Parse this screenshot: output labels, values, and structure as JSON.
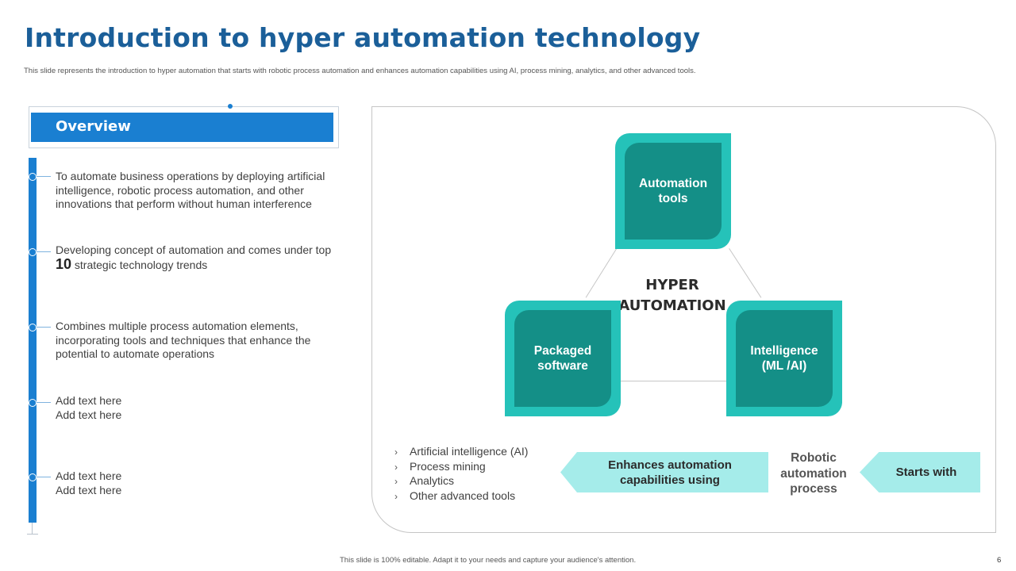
{
  "title": "Introduction to hyper automation technology",
  "subtitle": "This slide represents the introduction to hyper automation that starts with robotic process automation and enhances automation capabilities using AI, process mining, analytics, and other advanced tools.",
  "overview": {
    "heading": "Overview",
    "bullets": [
      {
        "text": "To automate business operations by deploying artificial intelligence, robotic process automation, and other innovations that perform without human interference"
      },
      {
        "text_before": "Developing concept of automation and comes under top",
        "highlight": "10",
        "text_after": "strategic technology trends"
      },
      {
        "text": "Combines multiple process automation elements, incorporating tools and techniques that enhance the potential to automate operations"
      },
      {
        "line1": "Add text here",
        "line2": "Add text here"
      },
      {
        "line1": "Add text here",
        "line2": "Add text here"
      }
    ]
  },
  "diagram": {
    "center_line1": "HYPER",
    "center_line2": "AUTOMATION",
    "top": {
      "line1": "Automation",
      "line2": "tools"
    },
    "left": {
      "line1": "Packaged",
      "line2": "software"
    },
    "right": {
      "line1": "Intelligence",
      "line2": "(ML /AI)"
    },
    "colors": {
      "outer": "#25c2b9",
      "inner": "#148f87",
      "arrow": "#a5ecea",
      "accent": "#1a7fd1",
      "title": "#1b5f99"
    }
  },
  "tools": {
    "bullet_glyph": "›",
    "items": [
      "Artificial intelligence (AI)",
      "Process mining",
      "Analytics",
      "Other advanced tools"
    ]
  },
  "flow": {
    "enhances": {
      "line1": "Enhances automation",
      "line2": "capabilities using"
    },
    "rpa": {
      "line1": "Robotic",
      "line2": "automation",
      "line3": "process"
    },
    "starts": "Starts with"
  },
  "footer": "This slide is 100% editable. Adapt it to your needs and capture your audience's attention.",
  "page_number": "6"
}
